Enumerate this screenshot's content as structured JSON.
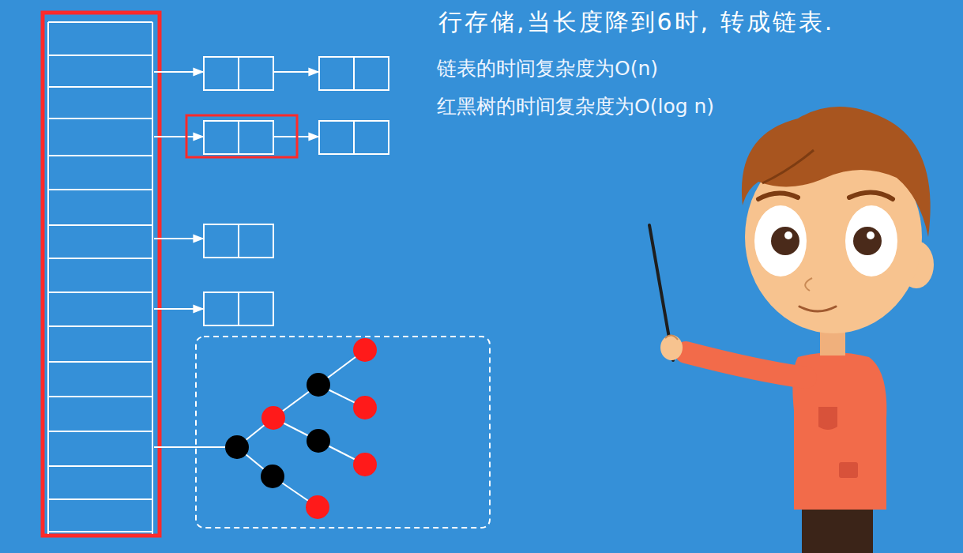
{
  "diagram": {
    "labels": [
      "行存储,当长度降到6时, 转成链表.",
      "链表的时间复杂度为O(n)",
      "红黑树的时间复杂度为O(log n)"
    ]
  }
}
